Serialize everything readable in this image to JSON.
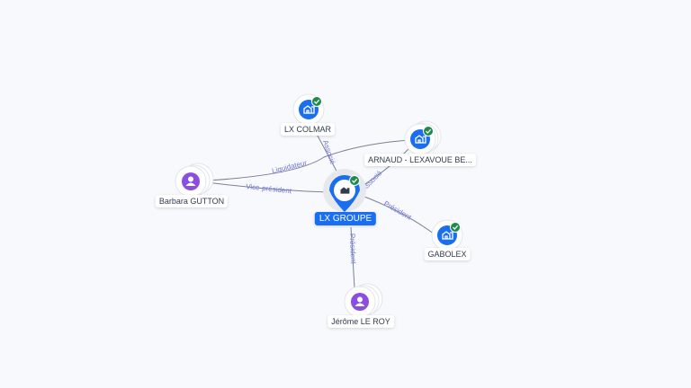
{
  "nodes": {
    "lx_groupe": {
      "label": "LX GROUPE",
      "type": "company",
      "verified": true,
      "main": true
    },
    "lx_colmar": {
      "label": "LX COLMAR",
      "type": "company",
      "verified": true
    },
    "arnaud": {
      "label": "ARNAUD - LEXAVOUE BE...",
      "type": "company",
      "verified": true
    },
    "gabolex": {
      "label": "GABOLEX",
      "type": "company",
      "verified": true
    },
    "barbara": {
      "label": "Barbara GUTTON",
      "type": "person"
    },
    "jerome": {
      "label": "Jérôme LE ROY",
      "type": "person"
    }
  },
  "edges": {
    "liquidateur": "Liquidateur",
    "vice_president": "Vice-président",
    "associe_colmar": "Associé",
    "associe_arnaud": "Associé",
    "president_gabolex": "Président",
    "president_jerome": "Président"
  },
  "colors": {
    "company": "#1a6ef0",
    "person": "#8a4fe0",
    "verified": "#1e8a4c",
    "edge": "#7c8195",
    "edge_label": "#6e75d6"
  }
}
